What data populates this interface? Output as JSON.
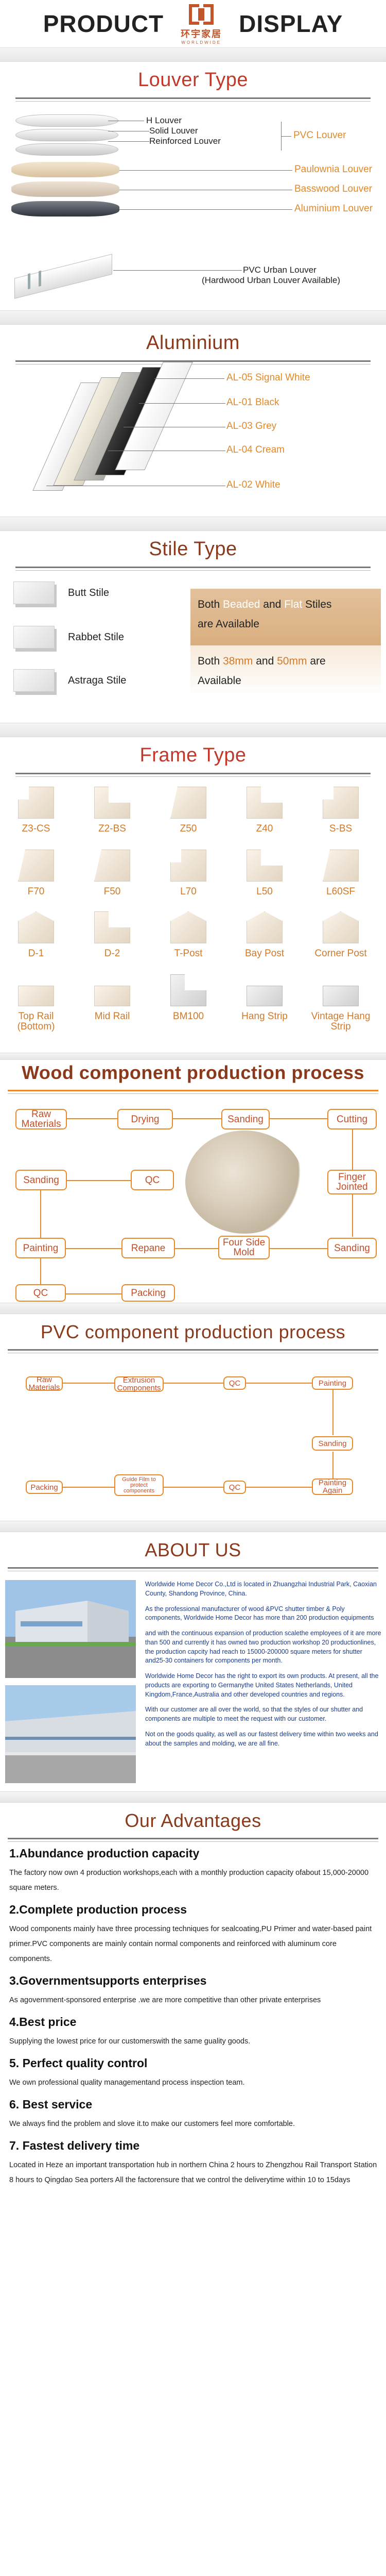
{
  "header": {
    "left_word": "PRODUCT",
    "right_word": "DISPLAY",
    "logo_cn": "环宇家居",
    "logo_en": "WORLDWIDE"
  },
  "louver": {
    "title": "Louver Type",
    "parts": [
      "H Louver",
      "Solid Louver",
      "Reinforced Louver"
    ],
    "types": [
      "PVC Louver",
      "Paulownia Louver",
      "Basswood Louver",
      "Aluminium Louver"
    ],
    "pvc_urban": "PVC Urban Louver",
    "pvc_urban_sub": "(Hardwood Urban Louver Available)"
  },
  "aluminium": {
    "title": "Aluminium",
    "colors": [
      "AL-05 Signal White",
      "AL-01 Black",
      "AL-03 Grey",
      "AL-04 Cream",
      "AL-02 White"
    ]
  },
  "stile": {
    "title": "Stile Type",
    "items": [
      "Butt Stile",
      "Rabbet Stile",
      "Astraga Stile"
    ],
    "box1": {
      "pre": "Both ",
      "em1": "Beaded",
      "mid": " and ",
      "em2": "Flat",
      "post": " Stiles",
      "line2": "are Available"
    },
    "box2": {
      "pre": "Both ",
      "em1": "38mm",
      "mid": " and ",
      "em2": "50mm",
      "post": " are",
      "line2": "Available"
    }
  },
  "frame": {
    "title": "Frame Type",
    "items": [
      "Z3-CS",
      "Z2-BS",
      "Z50",
      "Z40",
      "S-BS",
      "F70",
      "F50",
      "L70",
      "L50",
      "L60SF",
      "D-1",
      "D-2",
      "T-Post",
      "Bay Post",
      "Corner Post",
      "Top Rail (Bottom)",
      "Mid Rail",
      "BM100",
      "Hang Strip",
      "Vintage Hang Strip"
    ]
  },
  "wood_process": {
    "title": "Wood component production process",
    "nodes": [
      "Raw Materials",
      "Drying",
      "Sanding",
      "Cutting",
      "Sanding",
      "QC",
      "Finger Jointed",
      "Painting",
      "Repane",
      "Four Side Mold",
      "Sanding",
      "QC",
      "Packing"
    ]
  },
  "pvc_process": {
    "title": "PVC component production process",
    "nodes": [
      "Raw Materials",
      "Extrusion Components",
      "QC",
      "Painting",
      "Sanding",
      "Packing",
      "Guide Film to protect components",
      "QC",
      "Painting Again"
    ]
  },
  "about": {
    "title": "ABOUT US",
    "paragraphs": [
      "Worldwide Home Decor Co.,Ltd is located in Zhuangzhai Industrial Park, Caoxian County, Shandong Province, China.",
      "As the professional manufacturer of wood &PVC shutter timber & Poly components, Worldwide Home Decor has more than 200 production equipments",
      "and with the continuous expansion of production scalethe employees of it are more than 500 and currently it has owned two production workshop 20 productionlines, the production capcity had reach to 15000-200000 square meters for shutter and25-30 containers for components per month.",
      "Worldwide Home Decor has the right to export its own products. At present, all the products are exporting to Germanythe United States Netherlands, United Kingdom,France,Australia and other developed countries and regions.",
      "With our customer are all over the world, so that the styles of our shutter and components are multiple to meet the request with our customer.",
      "Not on the goods quality, as well as our fastest delivery time within two weeks and about the samples and molding, we are all fine."
    ]
  },
  "advantages": {
    "title": "Our Advantages",
    "items": [
      {
        "h": "1.Abundance production capacity",
        "t": "The factory now own 4 production workshops,each with a monthly production capacity ofabout 15,000-20000 square meters."
      },
      {
        "h": "2.Complete production process",
        "t": "Wood components mainly have three processing techniques for sealcoating,PU Primer and water-based paint primer.PVC components are mainly contain normal components and reinforced with aluminum core components."
      },
      {
        "h": "3.Governmentsupports enterprises",
        "t": "As agovernment-sponsored enterprise .we are more competitive than other private enterprises"
      },
      {
        "h": "4.Best price",
        "t": "Supplying the lowest price for our customerswith the same guality goods."
      },
      {
        "h": "5. Perfect quality control",
        "t": "We own professional quality managementand process inspection team."
      },
      {
        "h": "6. Best service",
        "t": "We always find the problem and slove it.to make our customers feel more comfortable."
      },
      {
        "h": "7. Fastest delivery time",
        "t": "Located in Heze an important transportation hub in northern China 2 hours to Zhengzhou Rail Transport Station 8 hours to Qingdao Sea porters All the factorensure that we control the deliverytime within 10 to 15days"
      }
    ]
  },
  "colors": {
    "accent": "#c0392b",
    "orange": "#e88a2a",
    "tan": "#d9ae7e",
    "blue_text": "#1a3c8c"
  }
}
